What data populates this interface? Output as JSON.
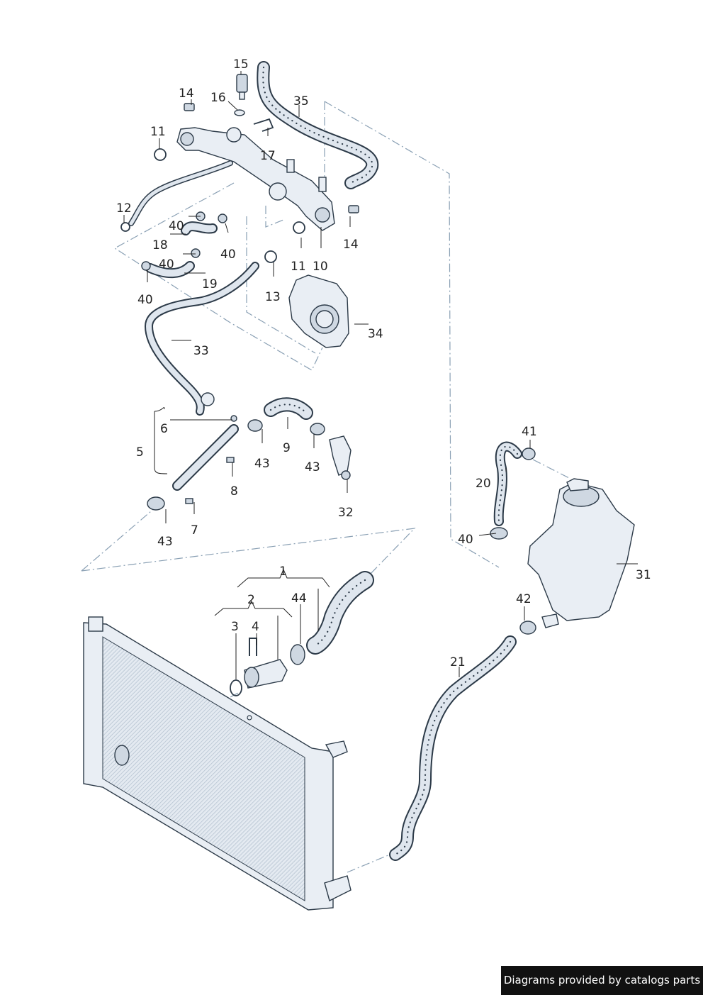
{
  "callouts": {
    "c1": "1",
    "c2": "2",
    "c3": "3",
    "c4": "4",
    "c5": "5",
    "c6": "6",
    "c7": "7",
    "c8": "8",
    "c9": "9",
    "c10": "10",
    "c11a": "11",
    "c11b": "11",
    "c12": "12",
    "c13": "13",
    "c14a": "14",
    "c14b": "14",
    "c15": "15",
    "c16": "16",
    "c17": "17",
    "c18": "18",
    "c19": "19",
    "c20": "20",
    "c21": "21",
    "c31": "31",
    "c32": "32",
    "c33": "33",
    "c34": "34",
    "c35": "35",
    "c40a": "40",
    "c40b": "40",
    "c40c": "40",
    "c40d": "40",
    "c40e": "40",
    "c41": "41",
    "c42": "42",
    "c43a": "43",
    "c43b": "43",
    "c43c": "43",
    "c44": "44"
  },
  "credit": "Diagrams provided by catalogs parts"
}
